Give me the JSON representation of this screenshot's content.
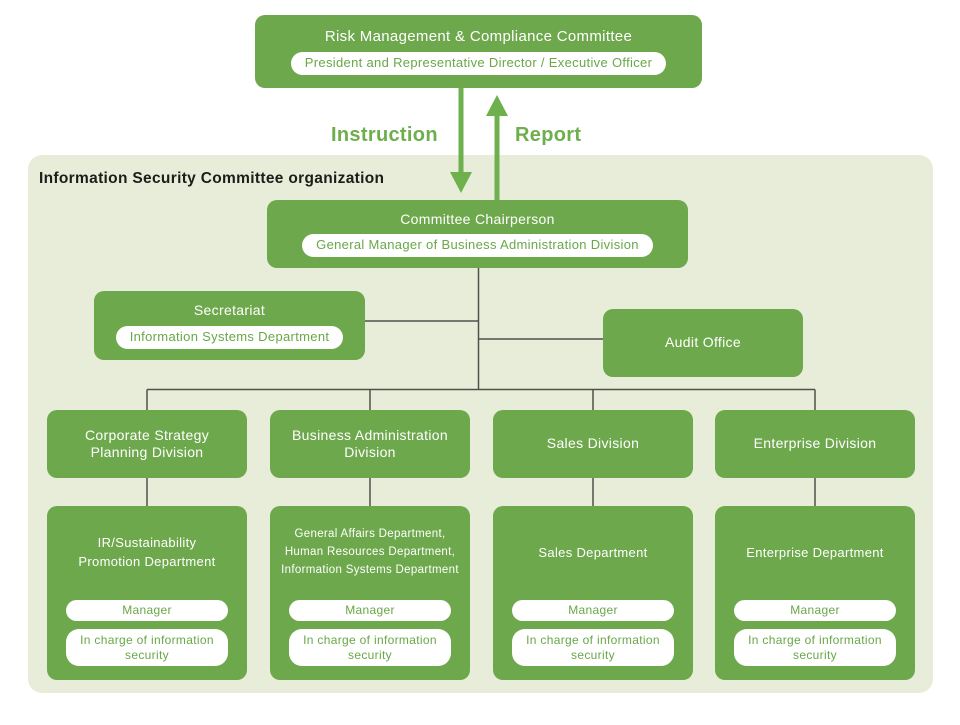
{
  "colors": {
    "box_green": "#6ea84c",
    "arrow_green": "#6db04d",
    "panel_background": "#e8edda",
    "pill_background": "#ffffff",
    "pill_text_green": "#69a748",
    "connector_line": "#50504a",
    "panel_title_text": "#1c1c19",
    "box_text": "#ffffff",
    "page_background": "#ffffff"
  },
  "top_committee": {
    "title": "Risk Management & Compliance Committee",
    "role": "President and Representative Director / Executive Officer"
  },
  "flow": {
    "instruction_label": "Instruction",
    "report_label": "Report"
  },
  "panel": {
    "title": "Information Security Committee organization"
  },
  "chairperson": {
    "title": "Committee Chairperson",
    "role": "General Manager of Business Administration Division"
  },
  "secretariat": {
    "title": "Secretariat",
    "role": "Information Systems Department"
  },
  "audit_office": {
    "title": "Audit Office"
  },
  "columns": [
    {
      "division": "Corporate Strategy Planning Division",
      "department": "IR/Sustainability Promotion Department",
      "manager_label": "Manager",
      "security_label": "In charge of information security"
    },
    {
      "division": "Business Administration Division",
      "department": "General Affairs Department, Human Resources Department, Information Systems Department",
      "manager_label": "Manager",
      "security_label": "In charge of information security"
    },
    {
      "division": "Sales Division",
      "department": "Sales Department",
      "manager_label": "Manager",
      "security_label": "In charge of information security"
    },
    {
      "division": "Enterprise Division",
      "department": "Enterprise Department",
      "manager_label": "Manager",
      "security_label": "In charge of information security"
    }
  ]
}
